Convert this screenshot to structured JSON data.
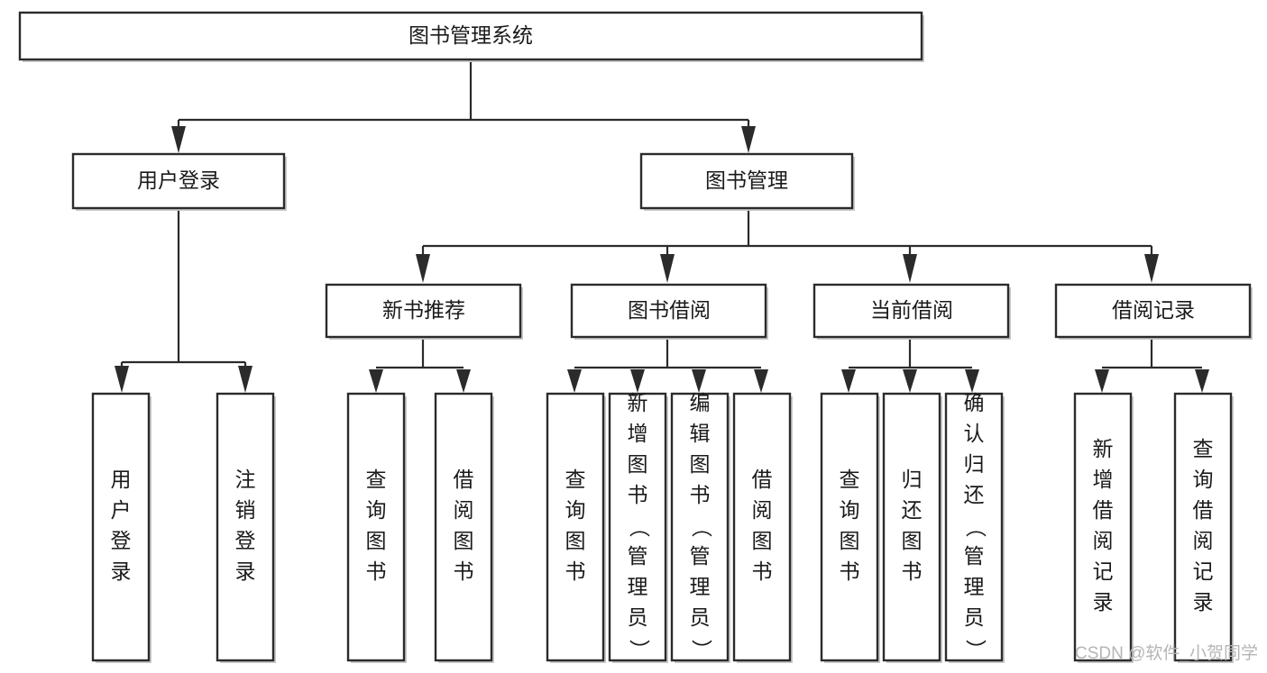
{
  "diagram": {
    "title": "图书管理系统",
    "type": "tree-hierarchy-chart",
    "root": {
      "id": "root",
      "label": "图书管理系统",
      "orientation": "horizontal"
    },
    "level2": [
      {
        "id": "user-login",
        "label": "用户登录",
        "orientation": "horizontal"
      },
      {
        "id": "book-management",
        "label": "图书管理",
        "orientation": "horizontal"
      }
    ],
    "level3": [
      {
        "id": "new-book-recommend",
        "label": "新书推荐",
        "orientation": "horizontal"
      },
      {
        "id": "book-borrow",
        "label": "图书借阅",
        "orientation": "horizontal"
      },
      {
        "id": "current-borrow",
        "label": "当前借阅",
        "orientation": "horizontal"
      },
      {
        "id": "borrow-record",
        "label": "借阅记录",
        "orientation": "horizontal"
      }
    ],
    "leaves": {
      "user-login": [
        {
          "id": "leaf-user-login",
          "label": "用户登录",
          "orientation": "vertical"
        },
        {
          "id": "leaf-logout-login",
          "label": "注销登录",
          "orientation": "vertical"
        }
      ],
      "new-book-recommend": [
        {
          "id": "leaf-query-book-1",
          "label": "查询图书",
          "orientation": "vertical"
        },
        {
          "id": "leaf-borrow-book-1",
          "label": "借阅图书",
          "orientation": "vertical"
        }
      ],
      "book-borrow": [
        {
          "id": "leaf-query-book-2",
          "label": "查询图书",
          "orientation": "vertical"
        },
        {
          "id": "leaf-add-book-admin",
          "label": "新增图书（管理员）",
          "orientation": "vertical"
        },
        {
          "id": "leaf-edit-book-admin",
          "label": "编辑图书（管理员）",
          "orientation": "vertical"
        },
        {
          "id": "leaf-borrow-book-2",
          "label": "借阅图书",
          "orientation": "vertical"
        }
      ],
      "current-borrow": [
        {
          "id": "leaf-query-book-3",
          "label": "查询图书",
          "orientation": "vertical"
        },
        {
          "id": "leaf-return-book",
          "label": "归还图书",
          "orientation": "vertical"
        },
        {
          "id": "leaf-confirm-return-admin",
          "label": "确认归还（管理员）",
          "orientation": "vertical"
        }
      ],
      "borrow-record": [
        {
          "id": "leaf-add-borrow-record",
          "label": "新增借阅记录",
          "orientation": "vertical"
        },
        {
          "id": "leaf-query-borrow-record",
          "label": "查询借阅记录",
          "orientation": "vertical"
        }
      ]
    },
    "colors": {
      "box_fill": "#ffffff",
      "box_stroke": "#2b2b2b",
      "text": "#1a1a1a",
      "background": "#ffffff",
      "watermark": "#b5b5b5"
    }
  },
  "watermark": {
    "text": "CSDN @软件_小贺同学"
  }
}
